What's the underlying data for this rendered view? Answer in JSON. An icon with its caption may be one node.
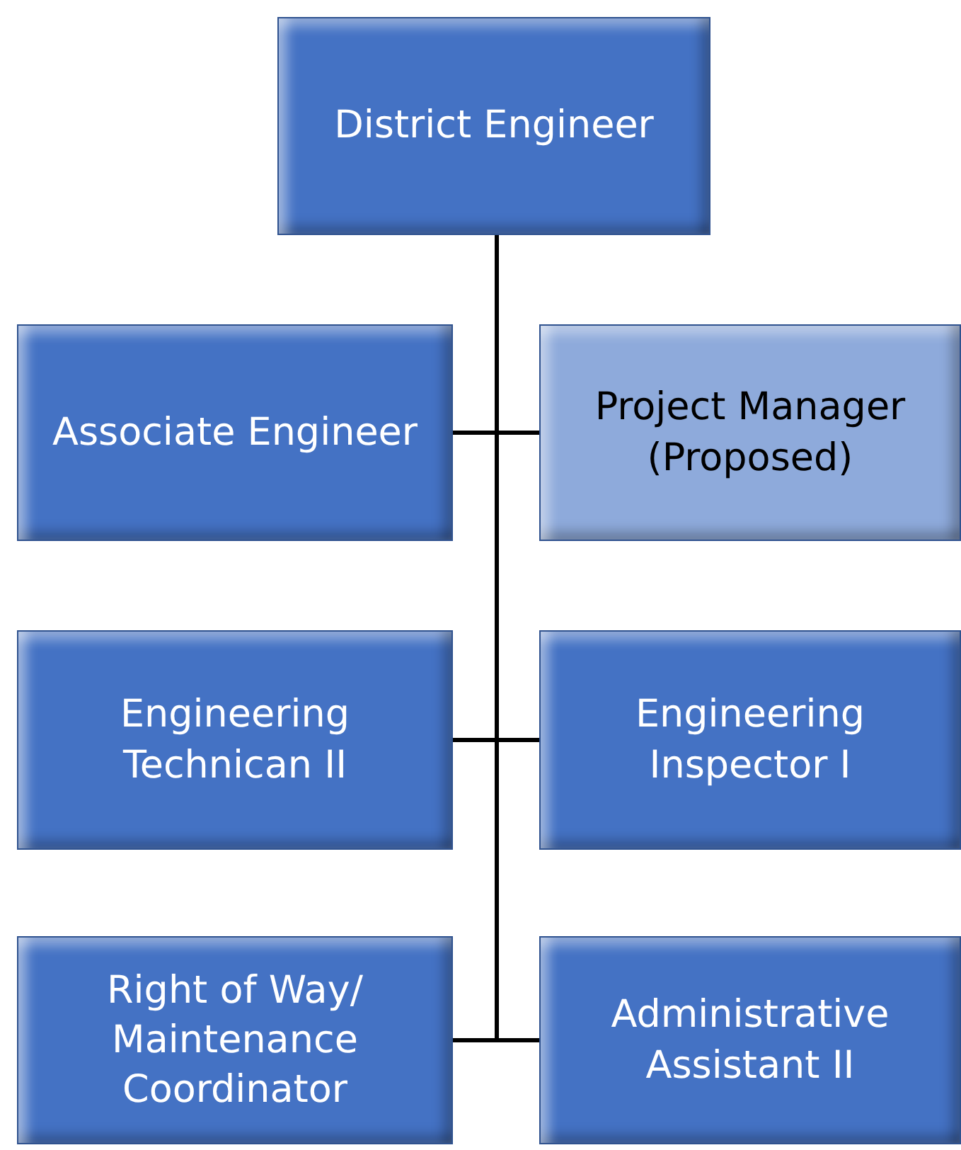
{
  "diagram": {
    "nodes": [
      {
        "text": [
          "District Engineer"
        ]
      },
      {
        "text": [
          "Associate Engineer"
        ]
      },
      {
        "text": [
          "Project Manager (Proposed)"
        ]
      },
      {
        "text": [
          "Engineering Technican II"
        ]
      },
      {
        "text": [
          "Engineering Inspector I"
        ]
      },
      {
        "text": [
          "Right of Way/ Maintenance Coordinator"
        ]
      },
      {
        "text": [
          "Administrative Assistant II"
        ]
      }
    ],
    "edges": [
      {
        "from": 0,
        "to": 1,
        "arrow": "none"
      },
      {
        "from": 0,
        "to": 2,
        "arrow": "none"
      },
      {
        "from": 0,
        "to": 3,
        "arrow": "none"
      },
      {
        "from": 0,
        "to": 4,
        "arrow": "none"
      },
      {
        "from": 0,
        "to": 5,
        "arrow": "none"
      },
      {
        "from": 0,
        "to": 6,
        "arrow": "none"
      }
    ]
  }
}
